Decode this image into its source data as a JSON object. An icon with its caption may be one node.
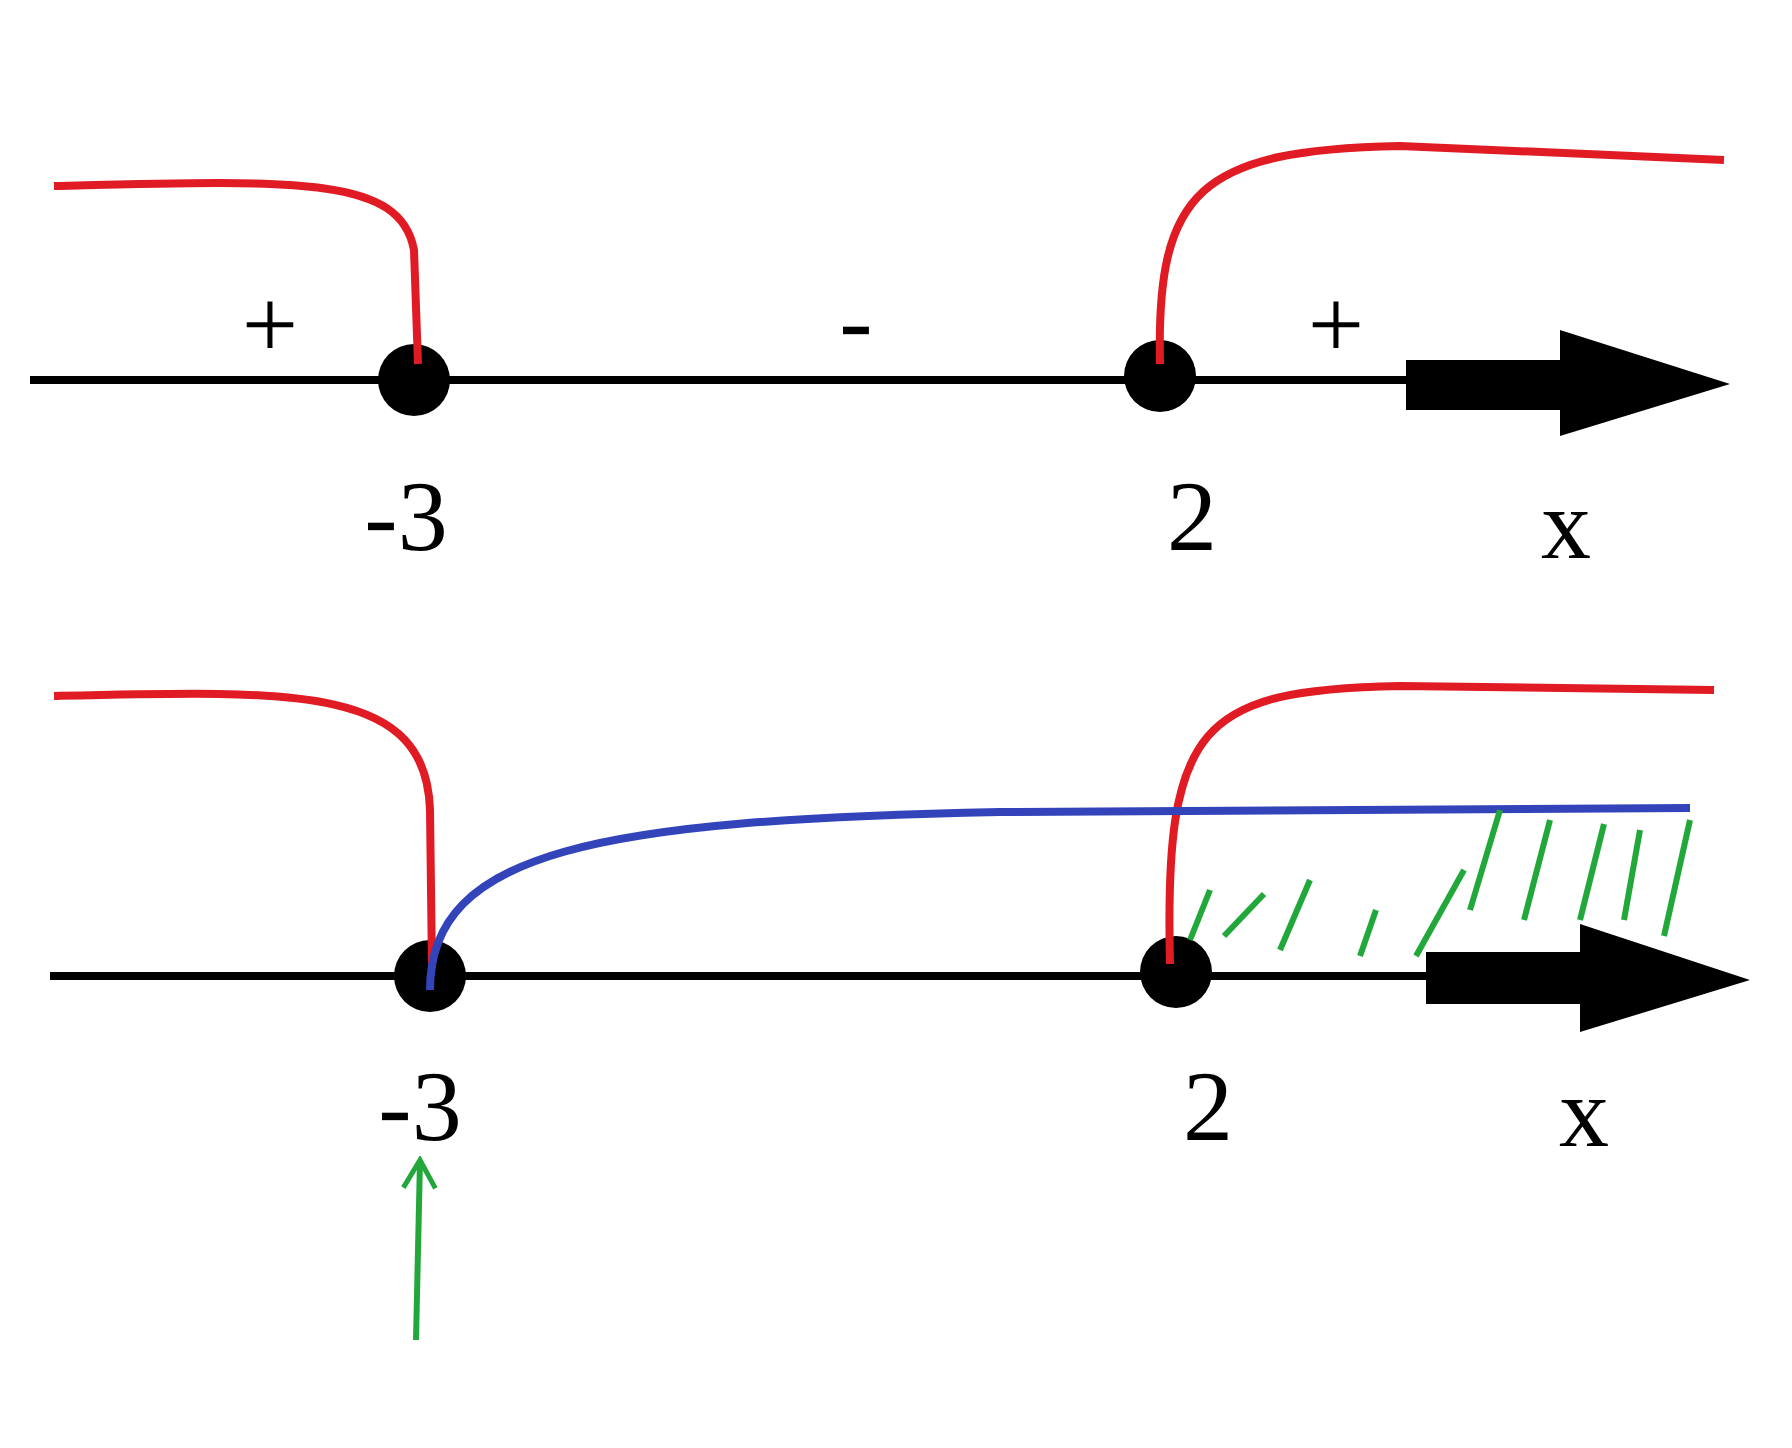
{
  "diagram": {
    "nodes": [
      {
        "text": [],
        "shape": "circle"
      },
      {
        "text": [],
        "shape": "circle"
      },
      {
        "text": [],
        "shape": "circle"
      },
      {
        "text": [],
        "shape": "circle"
      },
      {
        "text": [
          "-3"
        ]
      }
    ],
    "edges": [
      {
        "from": null,
        "to": 4,
        "arrow": "to",
        "color": "#22a83a"
      }
    ],
    "labels": [
      "+",
      "-",
      "+",
      "-3",
      "2",
      "x",
      "2",
      "x"
    ]
  }
}
